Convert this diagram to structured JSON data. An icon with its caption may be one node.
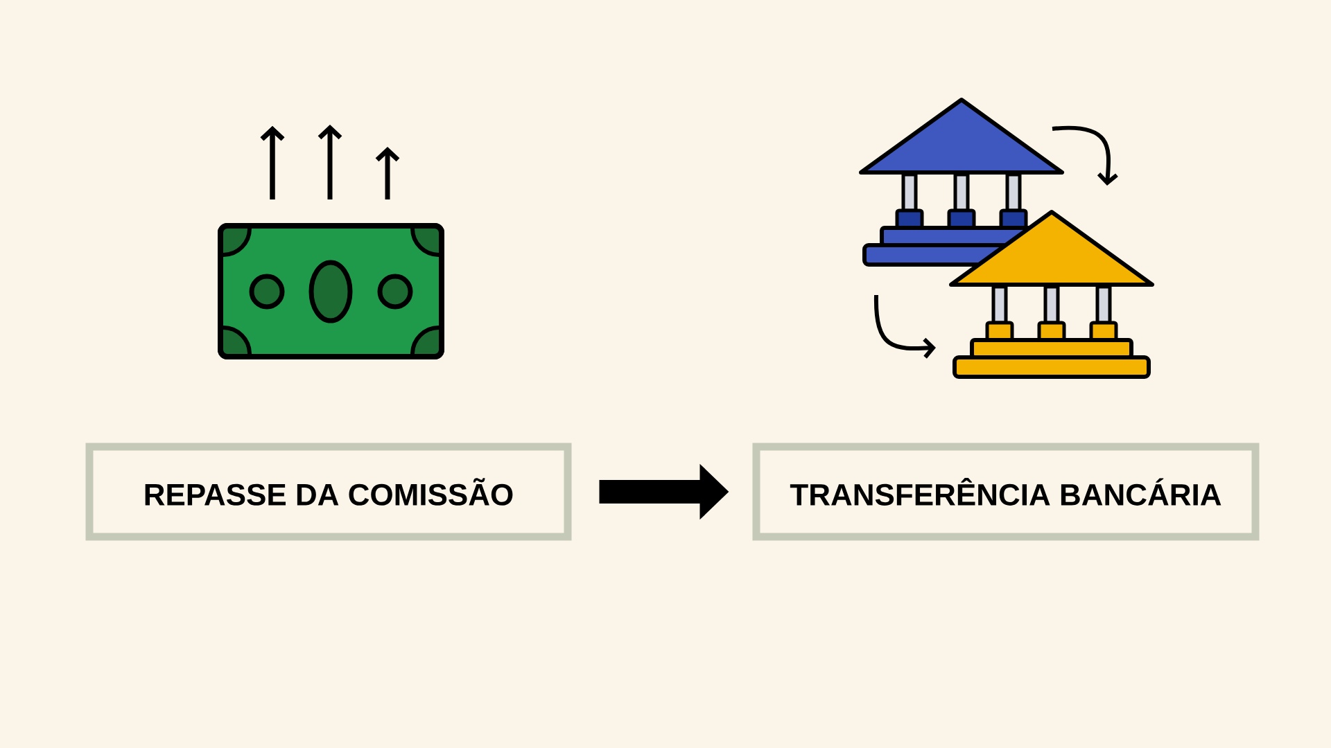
{
  "diagram": {
    "nodes": [
      {
        "text": [
          "REPASSE DA COMISSÃO"
        ]
      },
      {
        "text": [
          "TRANSFERÊNCIA BANCÁRIA"
        ]
      }
    ],
    "edges": [
      {
        "from": 0,
        "to": 1,
        "arrow": "to"
      }
    ]
  }
}
